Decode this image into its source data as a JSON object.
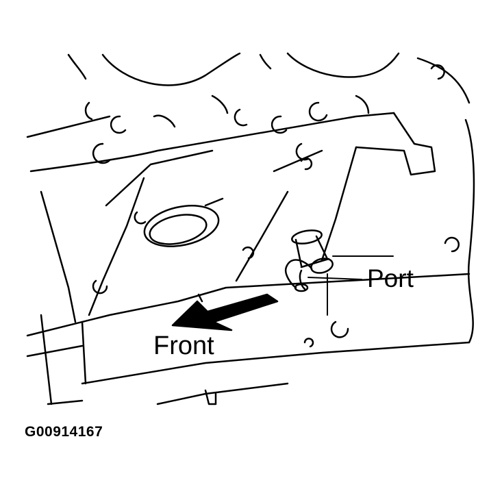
{
  "diagram": {
    "subject": "Engine block side view with drain port fitting",
    "labels": {
      "port": "Port",
      "front": "Front"
    },
    "figure_id": "G00914167",
    "colors": {
      "line": "#000000",
      "background": "#ffffff"
    }
  }
}
